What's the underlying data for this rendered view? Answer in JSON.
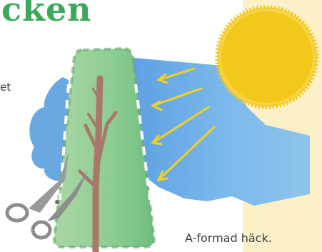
{
  "heading": {
    "text": "cken",
    "color": "#3aaa5a"
  },
  "body_fragment": {
    "text": "et"
  },
  "caption": {
    "text": "A-formad häck."
  },
  "colors": {
    "sun": "#f2c81a",
    "sun_rays": "#f2c81a",
    "light_arrows": "#f2d022",
    "sky_blue": "#6aaee6",
    "hedge_green": "#8ccc92",
    "trunk": "#a9786a",
    "scissors": "#8c8c8c",
    "ground_band": "#fbf0c8"
  },
  "icons": [
    "sun-icon",
    "light-arrow-icon",
    "hedge-icon",
    "tree-trunk-icon",
    "scissors-icon"
  ]
}
